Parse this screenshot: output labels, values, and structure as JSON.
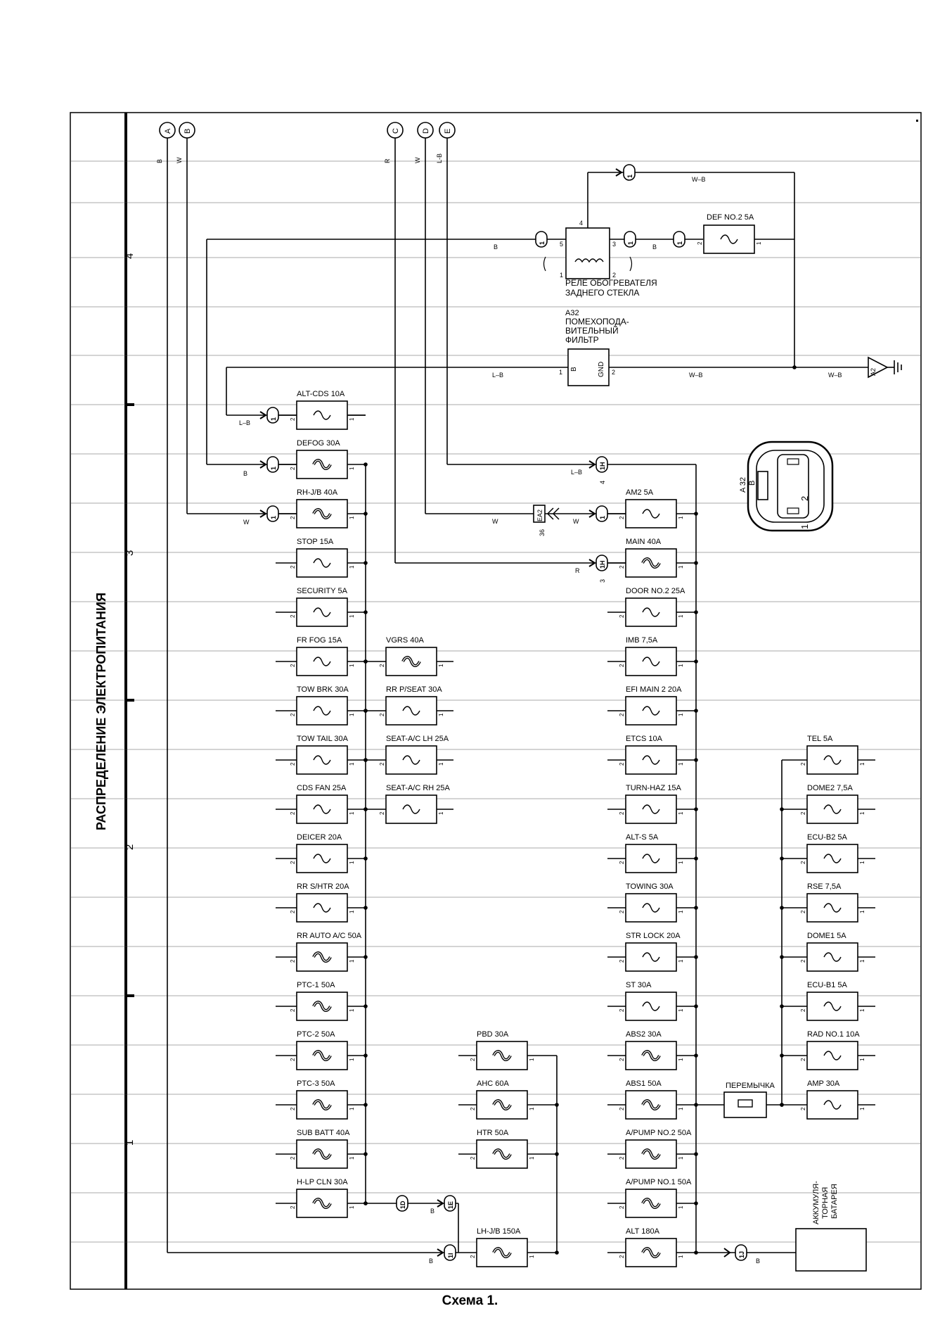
{
  "sheet": {
    "title": "РАСПРЕДЕЛЕНИЕ ЭЛЕКТРОПИТАНИЯ",
    "caption": "Схема 1.",
    "row_numbers": [
      "4",
      "3",
      "2",
      "1"
    ]
  },
  "terminals": [
    {
      "id": "A",
      "wire": "B"
    },
    {
      "id": "B",
      "wire": "W"
    },
    {
      "id": "C",
      "wire": "R"
    },
    {
      "id": "D",
      "wire": "W"
    },
    {
      "id": "E",
      "wire": "L-B"
    }
  ],
  "components": {
    "relay": {
      "line1": "РЕЛЕ ОБОГРЕВАТЕЛЯ",
      "line2": "ЗАДНЕГО СТЕКЛА",
      "pins": [
        "5",
        "4",
        "3",
        "1",
        "2"
      ]
    },
    "filter": {
      "code": "A32",
      "line1": "ПОМЕХОПОДА-",
      "line2": "ВИТЕЛЬНЫЙ",
      "line3": "ФИЛЬТР",
      "pin_b": "B",
      "pin_gnd": "GND",
      "pins": [
        "1",
        "2"
      ]
    },
    "connector": {
      "code": "A 32",
      "sub": "B",
      "pins": [
        "2",
        "1"
      ]
    },
    "ground": {
      "code": "A2"
    },
    "jumper": {
      "label": "ПЕРЕМЫЧКА"
    },
    "battery": {
      "line1": "АККУМУЛЯ-",
      "line2": "ТОРНАЯ",
      "line3": "БАТАРЕЯ"
    },
    "def_fuse": {
      "label": "DEF NO.2 5A"
    }
  },
  "wire_labels": {
    "wb_top": "W–B",
    "relay_b_left": "B",
    "relay_b_right": "B",
    "filter_lb": "L–B",
    "filter_wb": "W–B",
    "ground_wb": "W–B",
    "altcds_lb": "L–B",
    "defog_b": "B",
    "rhjb_w": "W",
    "am2_lb": "L–B",
    "ea2_w_left": "W",
    "ea2_w_right": "W",
    "main_r": "R",
    "hlp_b": "B",
    "lhjb_b": "B",
    "alt_b": "B"
  },
  "connectors": {
    "c1H_a": "1H",
    "c1H_a_num": "4",
    "c1H_b": "1H",
    "c1H_b_num": "3",
    "ea2": "EA2",
    "ea2_num": "36",
    "c1D": "1D",
    "c1E": "1E",
    "c1I": "1I",
    "c1J": "1J"
  },
  "fuses": {
    "col1": [
      "ALT-CDS 10A",
      "DEFOG 30A",
      "RH-J/B 40A",
      "STOP 15A",
      "SECURITY 5A",
      "FR FOG 15A",
      "TOW BRK 30A",
      "TOW TAIL 30A",
      "CDS FAN 25A",
      "DEICER 20A",
      "RR S/HTR 20A",
      "RR AUTO A/C 50A",
      "PTC-1 50A",
      "PTC-2 50A",
      "PTC-3 50A",
      "SUB BATT 40A",
      "H-LP CLN 30A"
    ],
    "col2": [
      "VGRS 40A",
      "RR P/SEAT 30A",
      "SEAT-A/C LH 25A",
      "SEAT-A/C RH 25A"
    ],
    "col3": [
      "PBD 30A",
      "AHC 60A",
      "HTR 50A",
      "LH-J/B 150A"
    ],
    "col4": [
      "AM2 5A",
      "MAIN 40A",
      "DOOR NO.2 25A",
      "IMB 7,5A",
      "EFI MAIN 2 20A",
      "ETCS 10A",
      "TURN-HAZ 15A",
      "ALT-S 5A",
      "TOWING 30A",
      "STR LOCK 20A",
      "ST 30A",
      "ABS2 30A",
      "ABS1 50A",
      "A/PUMP NO.2 50A",
      "A/PUMP NO.1 50A",
      "ALT 180A"
    ],
    "col5": [
      "TEL 5A",
      "DOME2 7,5A",
      "ECU-B2 5A",
      "RSE 7,5A",
      "DOME1 5A",
      "ECU-B1 5A",
      "RAD NO.1 10A",
      "AMP 30A"
    ]
  }
}
